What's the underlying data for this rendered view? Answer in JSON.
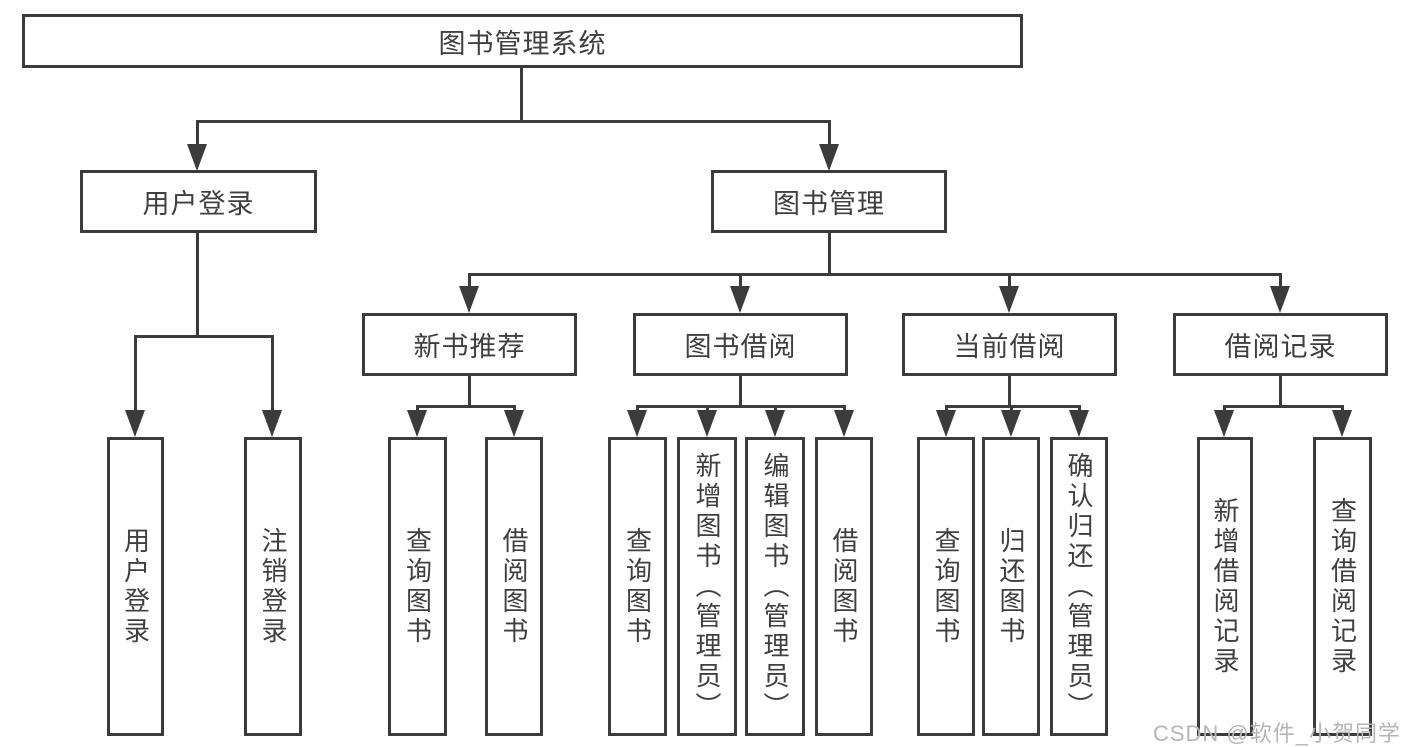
{
  "tree": {
    "root": {
      "label": "图书管理系统"
    },
    "children": [
      {
        "label": "用户登录",
        "children": [
          {
            "label": "用户登录"
          },
          {
            "label": "注销登录"
          }
        ]
      },
      {
        "label": "图书管理",
        "children": [
          {
            "label": "新书推荐",
            "children": [
              {
                "label": "查询图书"
              },
              {
                "label": "借阅图书"
              }
            ]
          },
          {
            "label": "图书借阅",
            "children": [
              {
                "label": "查询图书"
              },
              {
                "label": "新增图书（管理员）"
              },
              {
                "label": "编辑图书（管理员）"
              },
              {
                "label": "借阅图书"
              }
            ]
          },
          {
            "label": "当前借阅",
            "children": [
              {
                "label": "查询图书"
              },
              {
                "label": "归还图书"
              },
              {
                "label": "确认归还（管理员）"
              }
            ]
          },
          {
            "label": "借阅记录",
            "children": [
              {
                "label": "新增借阅记录"
              },
              {
                "label": "查询借阅记录"
              }
            ]
          }
        ]
      }
    ]
  },
  "watermark": {
    "text": "CSDN @软件_小贺同学"
  },
  "colors": {
    "line": "#3b3b3b",
    "text": "#3f3f3f",
    "box_background": "#ffffff",
    "watermark": "#b5b5b5"
  }
}
